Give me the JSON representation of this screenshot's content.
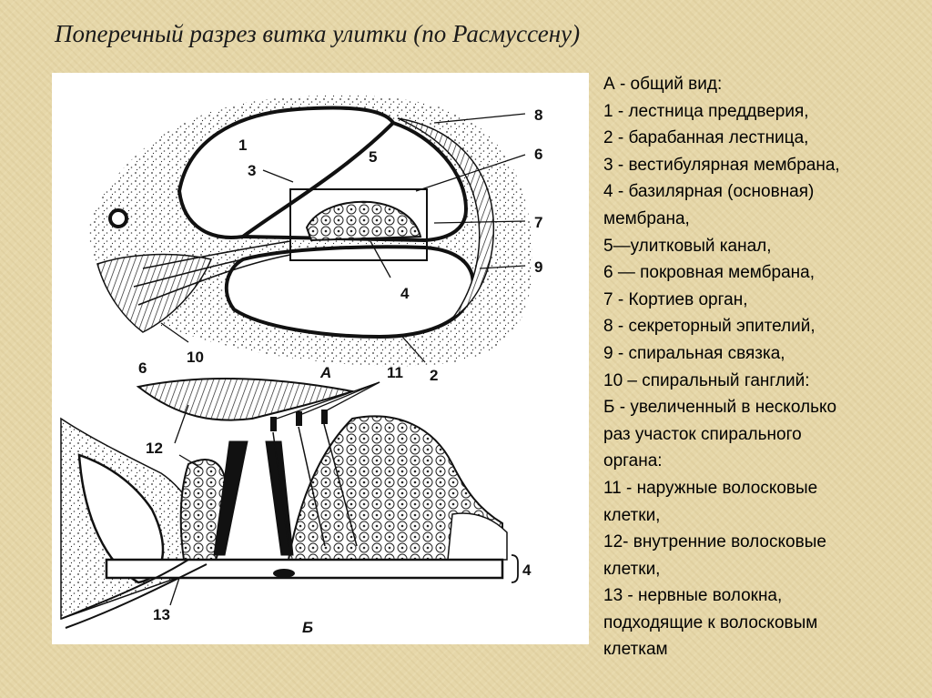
{
  "title": "Поперечный разрез витка улитки (по Расмуссену)",
  "figure": {
    "labels": {
      "l1": "1",
      "l2": "2",
      "l3": "3",
      "l4": "4",
      "l5": "5",
      "l6": "6",
      "l7": "7",
      "l8": "8",
      "l9": "9",
      "l10": "10",
      "lA": "А",
      "l6b": "6",
      "l11": "11",
      "l12": "12",
      "l13": "13",
      "l4b": "4",
      "lB": "Б"
    }
  },
  "legend": [
    "А - общий вид:",
    "1 - лестница преддверия,",
    "2 - барабанная лестница,",
    "3 - вестибулярная мембрана,",
    "4 - базилярная (основная)",
    "мембрана,",
    "5—улитковый канал,",
    "6 — покровная мембрана,",
    "7 - Кортиев орган,",
    "8 - секреторный эпителий,",
    "9 - спиральная связка,",
    "10 – спиральный ганглий:",
    "Б - увеличенный в несколько",
    "раз участок спирального",
    "органа:",
    "11 - наружные волосковые",
    "клетки,",
    "12- внутренние волосковые",
    "клетки,",
    "13 - нервные волокна,",
    "подходящие к волосковым",
    "клеткам"
  ]
}
